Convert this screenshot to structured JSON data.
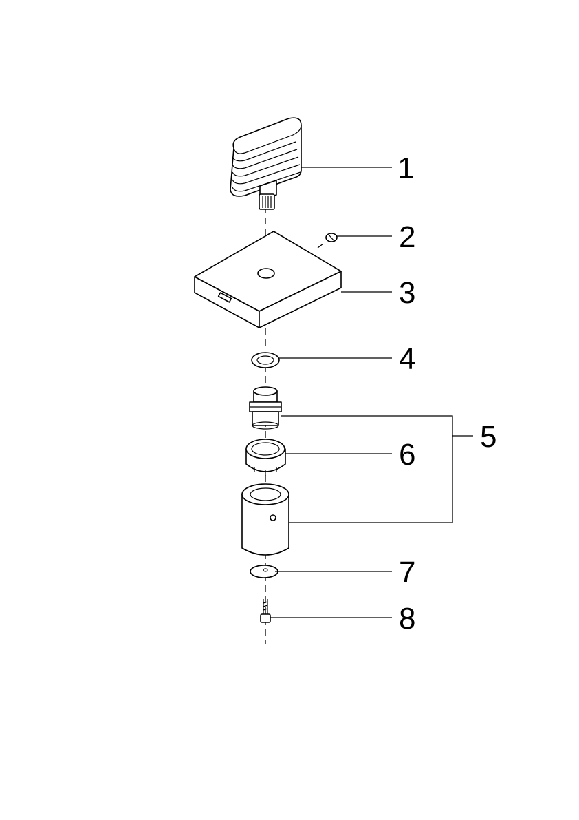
{
  "diagram": {
    "type": "exploded-parts-view",
    "callouts": [
      {
        "id": "1",
        "label": "1"
      },
      {
        "id": "2",
        "label": "2"
      },
      {
        "id": "3",
        "label": "3"
      },
      {
        "id": "4",
        "label": "4"
      },
      {
        "id": "5",
        "label": "5"
      },
      {
        "id": "6",
        "label": "6"
      },
      {
        "id": "7",
        "label": "7"
      },
      {
        "id": "8",
        "label": "8"
      }
    ]
  },
  "colors": {
    "line": "#000000",
    "background": "#ffffff"
  }
}
